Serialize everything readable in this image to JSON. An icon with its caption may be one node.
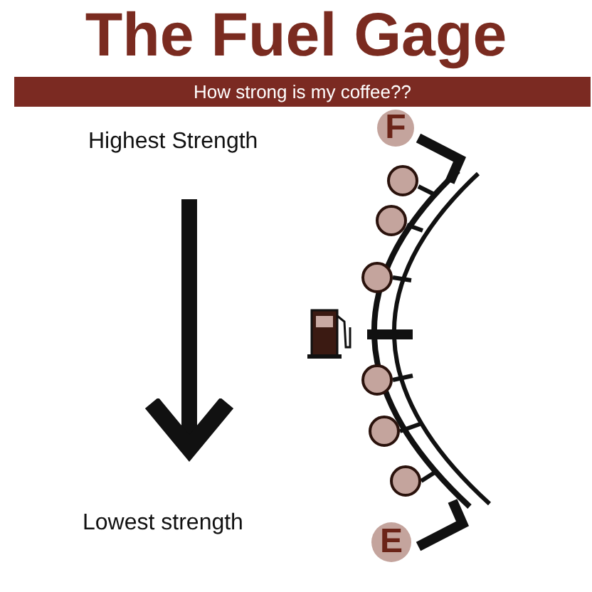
{
  "diagram": {
    "title": "The Fuel Gage",
    "nodes": [
      {
        "text": [
          "Highest Strength"
        ]
      },
      {
        "text": [
          "Lowest strength"
        ]
      },
      {
        "text": [
          "F"
        ]
      },
      {
        "text": [],
        "shape": "circle"
      },
      {
        "text": [],
        "shape": "circle"
      },
      {
        "text": [],
        "shape": "circle"
      },
      {
        "text": [],
        "shape": "circle"
      },
      {
        "text": [],
        "shape": "circle"
      },
      {
        "text": [],
        "shape": "circle"
      },
      {
        "text": [
          "E"
        ]
      }
    ],
    "edges": [
      {
        "from": 0,
        "to": 1,
        "arrow": "to"
      }
    ],
    "labels": [
      "How strong is my coffee??"
    ]
  }
}
